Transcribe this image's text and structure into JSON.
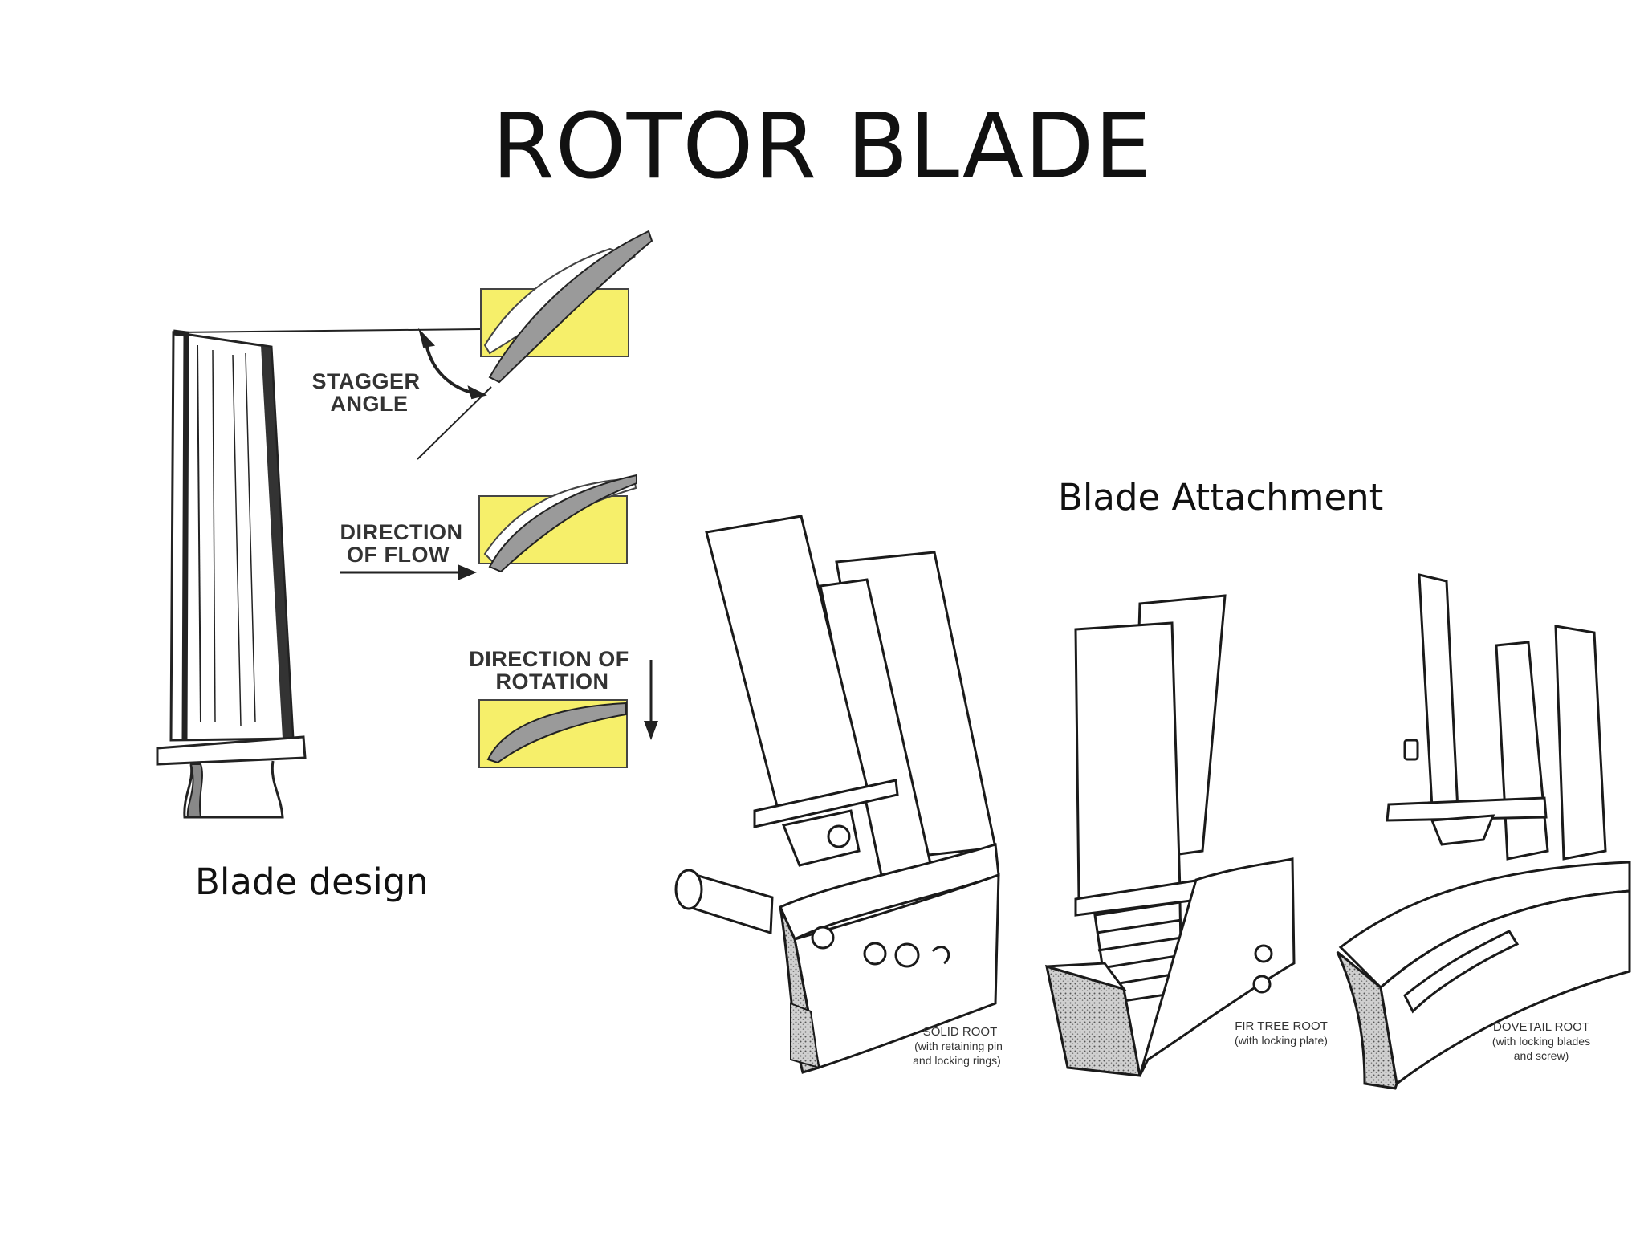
{
  "slide": {
    "title": "ROTOR BLADE"
  },
  "captions": {
    "blade_design": "Blade design",
    "blade_attachment": "Blade Attachment"
  },
  "design_labels": {
    "stagger_1": "STAGGER",
    "stagger_2": "ANGLE",
    "flow_1": "DIRECTION",
    "flow_2": "OF FLOW",
    "rotation_1": "DIRECTION OF",
    "rotation_2": "ROTATION"
  },
  "root_types": {
    "solid": {
      "name": "SOLID ROOT",
      "detail_1": "(with retaining pin",
      "detail_2": "and locking rings)"
    },
    "fir_tree": {
      "name": "FIR TREE ROOT",
      "detail_1": "(with locking plate)"
    },
    "dovetail": {
      "name": "DOVETAIL ROOT",
      "detail_1": "(with locking blades",
      "detail_2": "and screw)"
    }
  },
  "colors": {
    "profile_box": "#f6ef6a",
    "airfoil": "#9a9a9a",
    "line": "#222222",
    "hatch": "#b8b8b8"
  }
}
